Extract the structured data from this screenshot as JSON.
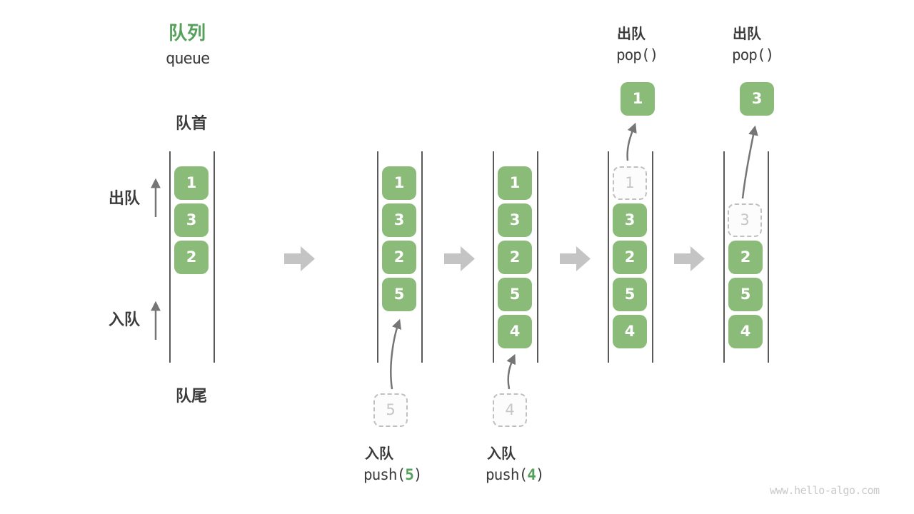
{
  "title": {
    "zh": "队列",
    "en": "queue"
  },
  "side_labels": {
    "front": "队首",
    "rear": "队尾",
    "dequeue": "出队",
    "enqueue": "入队"
  },
  "queues": {
    "q1": {
      "boxes": [
        "1",
        "3",
        "2"
      ]
    },
    "q2": {
      "boxes": [
        "1",
        "3",
        "2",
        "5"
      ],
      "pending": "5"
    },
    "q3": {
      "boxes": [
        "1",
        "3",
        "2",
        "5",
        "4"
      ],
      "pending": "4"
    },
    "q4": {
      "ghost": "1",
      "boxes": [
        "3",
        "2",
        "5",
        "4"
      ],
      "popped": "1"
    },
    "q5": {
      "ghost": "3",
      "boxes": [
        "2",
        "5",
        "4"
      ],
      "popped": "3"
    }
  },
  "operations": {
    "push5": {
      "label": "入队",
      "code_pre": "push(",
      "arg": "5",
      "code_post": ")"
    },
    "push4": {
      "label": "入队",
      "code_pre": "push(",
      "arg": "4",
      "code_post": ")"
    },
    "pop_first": {
      "label": "出队",
      "code": "pop()"
    },
    "pop_second": {
      "label": "出队",
      "code": "pop()"
    }
  },
  "watermark": "www.hello-algo.com",
  "colors": {
    "box_green": "#8abb78",
    "accent_green": "#55a15b",
    "text_dark": "#3b3b3b",
    "ghost_gray": "#c6c6c6",
    "thin_arrow_gray": "#757575",
    "block_arrow_gray": "#c4c4c4",
    "wall_gray": "#5a5a5a"
  }
}
